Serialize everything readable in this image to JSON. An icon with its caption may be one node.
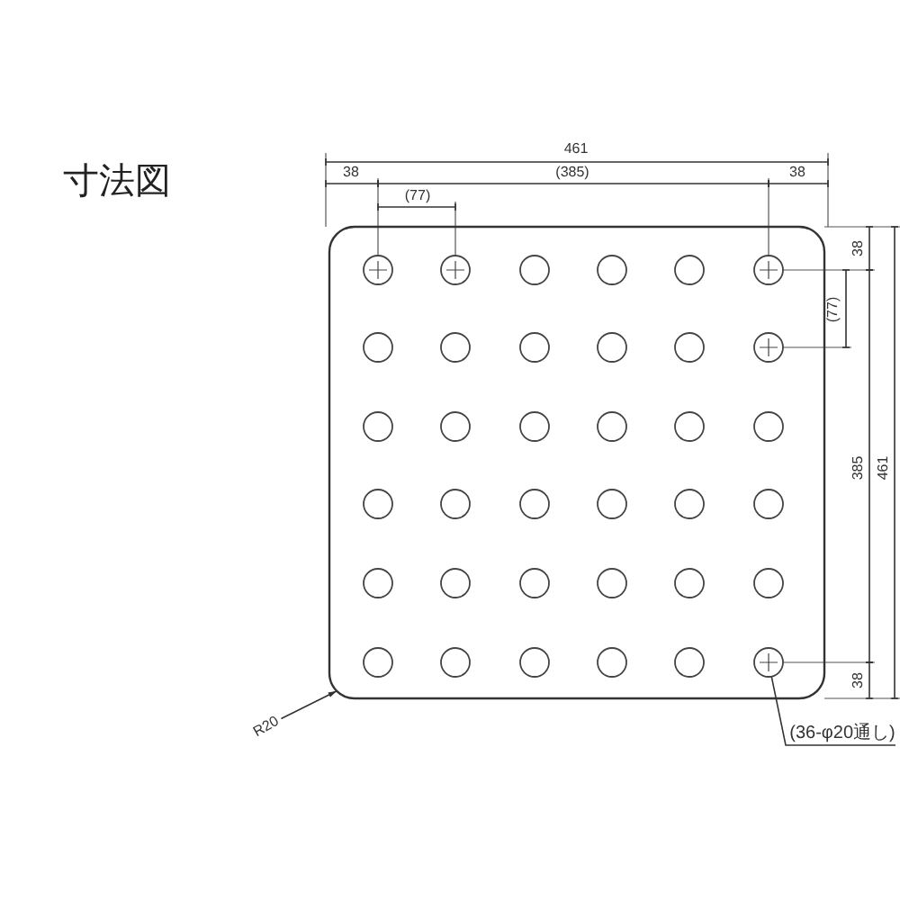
{
  "diagram": {
    "title": "寸法図",
    "nodes": [
      {
        "text": [
          "R20"
        ]
      },
      {
        "text": [
          "(36-φ20通し)"
        ]
      },
      {
        "text": [],
        "shape": "box"
      },
      {
        "text": [],
        "shape": "circle",
        "in": 2
      },
      {
        "text": [],
        "shape": "circle",
        "in": 2
      },
      {
        "text": [],
        "shape": "circle",
        "in": 2
      },
      {
        "text": [],
        "shape": "circle",
        "in": 2
      },
      {
        "text": [],
        "shape": "circle",
        "in": 2
      },
      {
        "text": [],
        "shape": "circle",
        "in": 2
      },
      {
        "text": [],
        "shape": "circle",
        "in": 2
      },
      {
        "text": [],
        "shape": "circle",
        "in": 2
      },
      {
        "text": [],
        "shape": "circle",
        "in": 2
      },
      {
        "text": [],
        "shape": "circle",
        "in": 2
      },
      {
        "text": [],
        "shape": "circle",
        "in": 2
      },
      {
        "text": [],
        "shape": "circle",
        "in": 2
      },
      {
        "text": [],
        "shape": "circle",
        "in": 2
      },
      {
        "text": [],
        "shape": "circle",
        "in": 2
      },
      {
        "text": [],
        "shape": "circle",
        "in": 2
      },
      {
        "text": [],
        "shape": "circle",
        "in": 2
      },
      {
        "text": [],
        "shape": "circle",
        "in": 2
      },
      {
        "text": [],
        "shape": "circle",
        "in": 2
      },
      {
        "text": [],
        "shape": "circle",
        "in": 2
      },
      {
        "text": [],
        "shape": "circle",
        "in": 2
      },
      {
        "text": [],
        "shape": "circle",
        "in": 2
      },
      {
        "text": [],
        "shape": "circle",
        "in": 2
      },
      {
        "text": [],
        "shape": "circle",
        "in": 2
      },
      {
        "text": [],
        "shape": "circle",
        "in": 2
      },
      {
        "text": [],
        "shape": "circle",
        "in": 2
      },
      {
        "text": [],
        "shape": "circle",
        "in": 2
      },
      {
        "text": [],
        "shape": "circle",
        "in": 2
      },
      {
        "text": [],
        "shape": "circle",
        "in": 2
      },
      {
        "text": [],
        "shape": "circle",
        "in": 2
      },
      {
        "text": [],
        "shape": "circle",
        "in": 2
      },
      {
        "text": [],
        "shape": "circle",
        "in": 2
      },
      {
        "text": [],
        "shape": "circle",
        "in": 2
      },
      {
        "text": [],
        "shape": "circle",
        "in": 2
      },
      {
        "text": [],
        "shape": "circle",
        "in": 2
      },
      {
        "text": [],
        "shape": "circle",
        "in": 2
      },
      {
        "text": [],
        "shape": "circle",
        "in": 2
      }
    ],
    "edges": [
      {
        "from": 0,
        "to": 2,
        "arrow": "to"
      },
      {
        "from": 1,
        "to": 38,
        "arrow": "none"
      }
    ],
    "labels": [
      "461",
      "38",
      "(385)",
      "38",
      "(77)",
      "38",
      "(77)",
      "385",
      "461",
      "38"
    ]
  }
}
